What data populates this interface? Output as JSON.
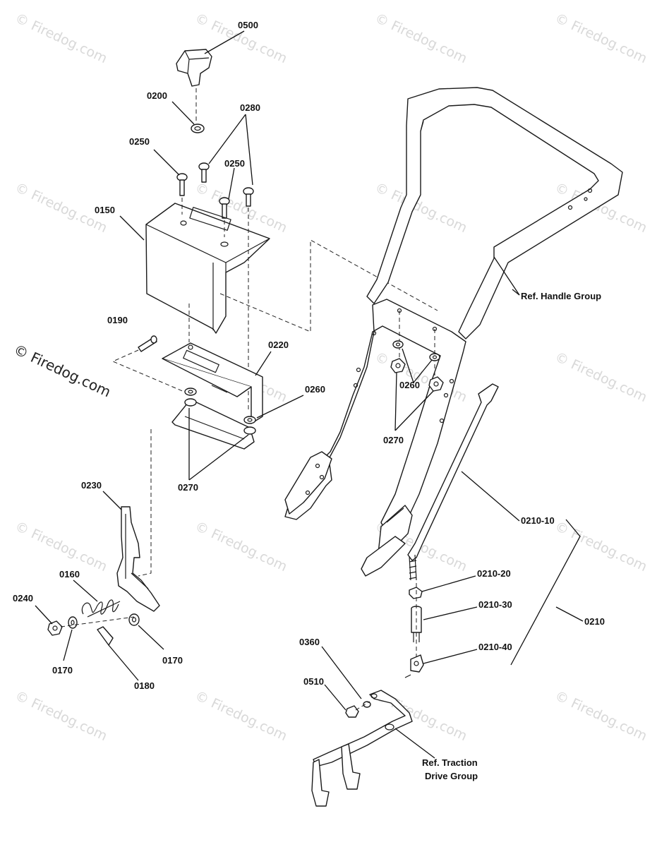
{
  "watermark_text": "© Firedog.com",
  "brand_text": "© Firedog.com",
  "part_labels": {
    "p0500": "0500",
    "p0200": "0200",
    "p0280": "0280",
    "p0250a": "0250",
    "p0250b": "0250",
    "p0150": "0150",
    "p0190": "0190",
    "p0220": "0220",
    "p0260a": "0260",
    "p0270a": "0270",
    "p0230": "0230",
    "p0160": "0160",
    "p0240": "0240",
    "p0170a": "0170",
    "p0170b": "0170",
    "p0180": "0180",
    "p0260b": "0260",
    "p0270b": "0270",
    "p0210_10": "0210-10",
    "p0210_20": "0210-20",
    "p0210_30": "0210-30",
    "p0210_40": "0210-40",
    "p0210": "0210",
    "p0360": "0360",
    "p0510": "0510"
  },
  "references": {
    "handle_group": "Ref. Handle Group",
    "traction_line1": "Ref. Traction",
    "traction_line2": "Drive Group"
  }
}
